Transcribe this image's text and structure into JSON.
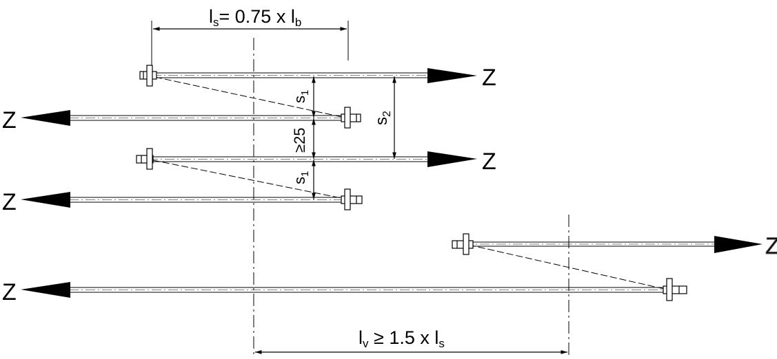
{
  "drawing": {
    "top_dim": {
      "l": "l",
      "sub_s": "s",
      "mid": "= 0.75  x  l",
      "sub_b": "b"
    },
    "bottom_dim": {
      "l": "l",
      "sub_v": "v",
      "mid": " ≥ 1.5 x  l",
      "sub_s": "s"
    },
    "vertical_dims": {
      "s1_letter": "s",
      "s1_index": "1",
      "s2_letter": "s",
      "s2_index": "2",
      "gap": "≥25"
    },
    "force_label": "Z"
  }
}
